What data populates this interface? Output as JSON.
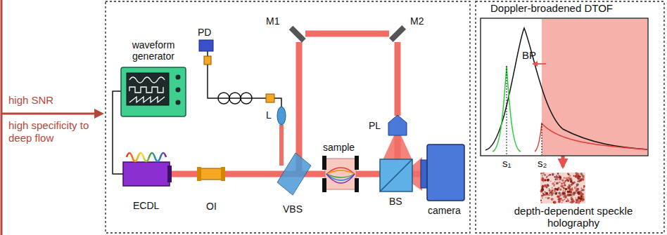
{
  "diagram": {
    "nodes": [
      {
        "text": [
          "waveform generator"
        ]
      },
      {
        "text": [
          "PD"
        ]
      },
      {
        "text": [
          "M1"
        ]
      },
      {
        "text": [
          "M2"
        ]
      },
      {
        "text": [
          "L"
        ]
      },
      {
        "text": [
          "PL"
        ]
      },
      {
        "text": [
          "sample"
        ]
      },
      {
        "text": [
          "ECDL"
        ]
      },
      {
        "text": [
          "OI"
        ]
      },
      {
        "text": [
          "VBS"
        ]
      },
      {
        "text": [
          "BS"
        ]
      },
      {
        "text": [
          "camera"
        ]
      },
      {
        "text": [
          "Doppler-broadened DTOF"
        ]
      },
      {
        "text": [
          "depth-dependent speckle holography"
        ]
      }
    ],
    "edges": [
      {
        "from": 0,
        "to": 7,
        "arrow": "none"
      },
      {
        "from": 7,
        "to": 8,
        "arrow": "none"
      },
      {
        "from": 8,
        "to": 9,
        "arrow": "none"
      },
      {
        "from": 9,
        "to": 6,
        "arrow": "none"
      },
      {
        "from": 6,
        "to": 10,
        "arrow": "none"
      },
      {
        "from": 10,
        "to": 11,
        "arrow": "none"
      },
      {
        "from": 9,
        "to": 2,
        "arrow": "none"
      },
      {
        "from": 2,
        "to": 3,
        "arrow": "none"
      },
      {
        "from": 3,
        "to": 5,
        "arrow": "none"
      },
      {
        "from": 5,
        "to": 10,
        "arrow": "none"
      },
      {
        "from": 9,
        "to": 4,
        "arrow": "none"
      },
      {
        "from": 4,
        "to": 1,
        "arrow": "none"
      },
      {
        "from": 12,
        "to": 13,
        "arrow": "to"
      }
    ],
    "labels": [
      "high SNR",
      "high specificity to deep flow",
      "BP",
      "s₁",
      "s₂"
    ]
  }
}
